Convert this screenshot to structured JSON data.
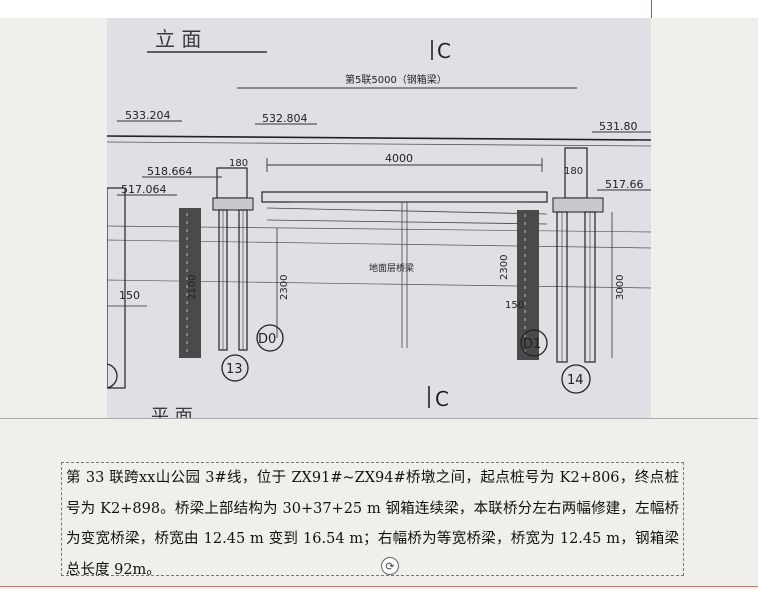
{
  "drawing": {
    "view_title": "立 面",
    "section_mark": "C",
    "span_label": "第5联5000（钢箱梁）",
    "elevations": [
      "533.204",
      "532.804",
      "531.80",
      "518.664",
      "517.064",
      "517.66"
    ],
    "dimensions": [
      "4000",
      "180",
      "180",
      "2300",
      "2300",
      "3000",
      "150",
      "150",
      "2100"
    ],
    "pier_labels": [
      "13",
      "D0",
      "D1",
      "14"
    ],
    "beam_label": "地面层桥梁",
    "plan_title_partial": "平 面"
  },
  "paragraph": {
    "text": "第 33 联跨xx山公园 3#线，位于 ZX91#~ZX94#桥墩之间，起点桩号为 K2+806，终点桩号为 K2+898。桥梁上部结构为 30+37+25  m 钢箱连续梁，本联桥分左右两幅修建，左幅桥为变宽桥梁，桥宽由 12.45  m 变到 16.54  m；右幅桥为等宽桥梁，桥宽为 12.45  m，钢箱梁总长度 92m。"
  },
  "rotate_icon": "rotate-icon"
}
